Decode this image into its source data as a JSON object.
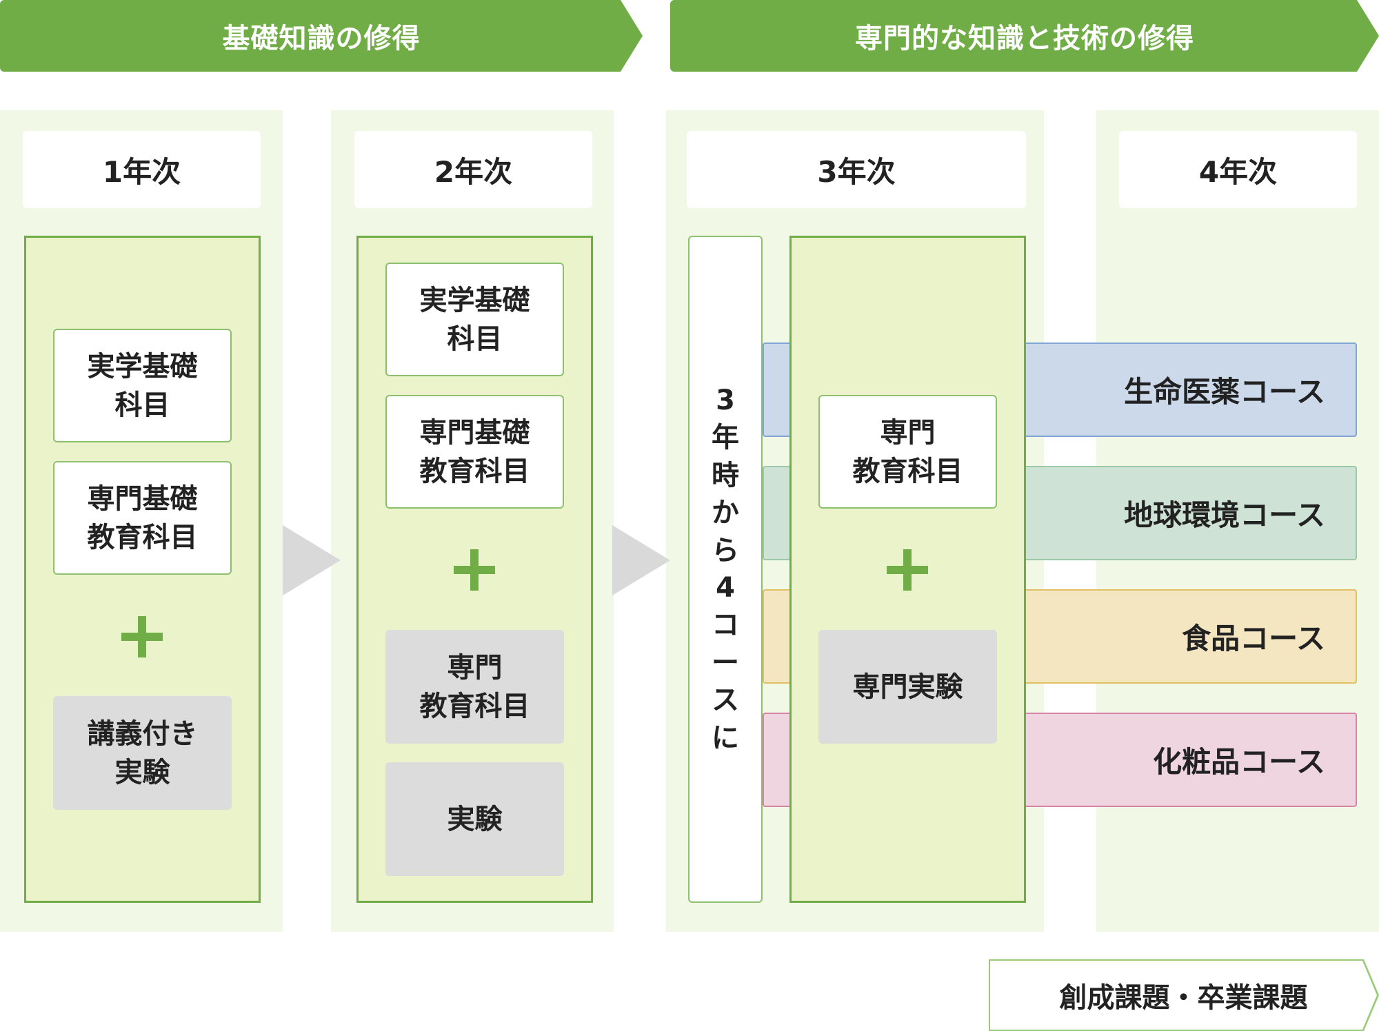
{
  "phases": {
    "basic": "基礎知識の修得",
    "specialized": "専門的な知識と技術の修得"
  },
  "years": {
    "y1": "1年次",
    "y2": "2年次",
    "y3": "3年次",
    "y4": "4年次"
  },
  "year1": {
    "box1": "実学基礎\n科目",
    "box2": "専門基礎\n教育科目",
    "box3": "講義付き\n実験"
  },
  "year2": {
    "box1": "実学基礎\n科目",
    "box2": "専門基礎\n教育科目",
    "box3": "専門\n教育科目",
    "box4": "実験"
  },
  "year3": {
    "vertical_label": "3年時から4コースに",
    "box1": "専門\n教育科目",
    "box2": "専門実験"
  },
  "courses": [
    {
      "label": "生命医薬コース",
      "color": "#ccd9ea",
      "border": "#7fa6d4"
    },
    {
      "label": "地球環境コース",
      "color": "#cee2d5",
      "border": "#9cc8a8"
    },
    {
      "label": "食品コース",
      "color": "#f4e6c1",
      "border": "#e3c066"
    },
    {
      "label": "化粧品コース",
      "color": "#efd5e0",
      "border": "#d884a4"
    }
  ],
  "final": "創成課題・卒業課題",
  "colors": {
    "accent": "#70ad47",
    "column_bg": "#f1f8e6",
    "group_bg": "#eaf3ca",
    "gray_box": "#dcdcdc"
  }
}
